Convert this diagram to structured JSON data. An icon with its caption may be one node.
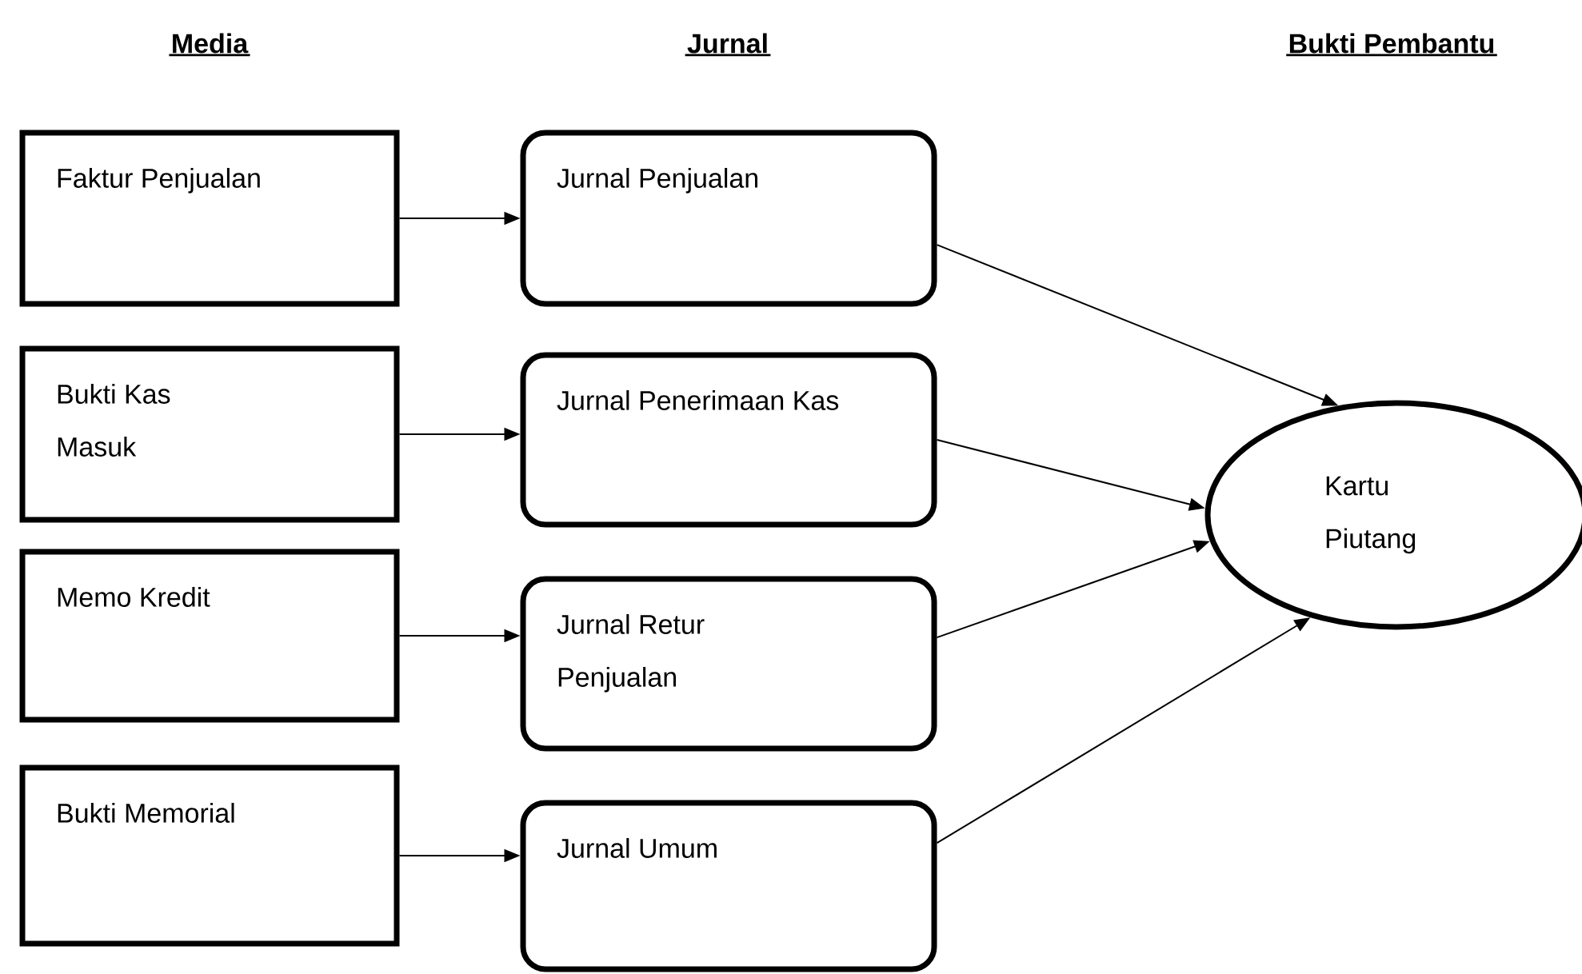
{
  "diagram": {
    "nodes": [
      {
        "text": [
          "Faktur Penjualan"
        ]
      },
      {
        "text": [
          "Bukti Kas Masuk"
        ]
      },
      {
        "text": [
          "Memo Kredit"
        ]
      },
      {
        "text": [
          "Bukti Memorial"
        ]
      },
      {
        "text": [
          "Jurnal Penjualan"
        ]
      },
      {
        "text": [
          "Jurnal Penerimaan Kas"
        ]
      },
      {
        "text": [
          "Jurnal Retur Penjualan"
        ]
      },
      {
        "text": [
          "Jurnal Umum"
        ]
      },
      {
        "text": [
          "Kartu Piutang"
        ]
      }
    ],
    "edges": [
      {
        "from": 0,
        "to": 4,
        "arrow": "to"
      },
      {
        "from": 1,
        "to": 5,
        "arrow": "to"
      },
      {
        "from": 2,
        "to": 6,
        "arrow": "to"
      },
      {
        "from": 3,
        "to": 7,
        "arrow": "to"
      },
      {
        "from": 4,
        "to": 8,
        "arrow": "to"
      },
      {
        "from": 5,
        "to": 8,
        "arrow": "to"
      },
      {
        "from": 6,
        "to": 8,
        "arrow": "to"
      },
      {
        "from": 7,
        "to": 8,
        "arrow": "to"
      }
    ],
    "labels": [
      "Media",
      "Jurnal",
      "Bukti Pembantu"
    ]
  }
}
